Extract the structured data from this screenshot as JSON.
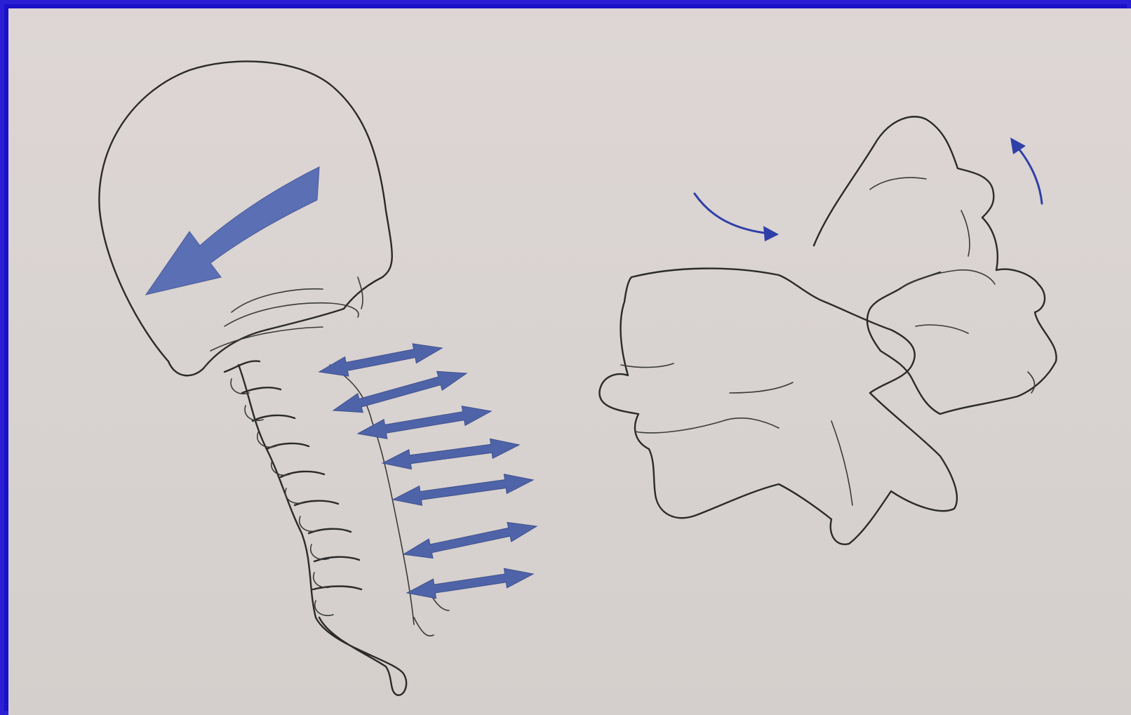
{
  "figure": {
    "background_color": "#1a10c8",
    "paper_color": "#dbd5d3",
    "line_color": "#2a2a2a",
    "arrow_color": "#5b6fb4",
    "rotation_arrow_color": "#2f3fa8"
  },
  "left_panel": {
    "subject": "skull-with-cervical-spine",
    "head_force_arrow": "large-diagonal-arrow",
    "spine_force_arrows": [
      {
        "name": "force-arrow-1",
        "direction": "double-headed"
      },
      {
        "name": "force-arrow-2",
        "direction": "double-headed"
      },
      {
        "name": "force-arrow-3",
        "direction": "double-headed"
      },
      {
        "name": "force-arrow-4",
        "direction": "double-headed"
      },
      {
        "name": "force-arrow-5",
        "direction": "double-headed"
      },
      {
        "name": "force-arrow-6",
        "direction": "double-headed"
      },
      {
        "name": "force-arrow-7",
        "direction": "double-headed"
      }
    ]
  },
  "right_panel": {
    "subject": "vertebrae-pair-rotation",
    "rotation_arrows": [
      "rotation-arrow-left",
      "rotation-arrow-right"
    ]
  }
}
